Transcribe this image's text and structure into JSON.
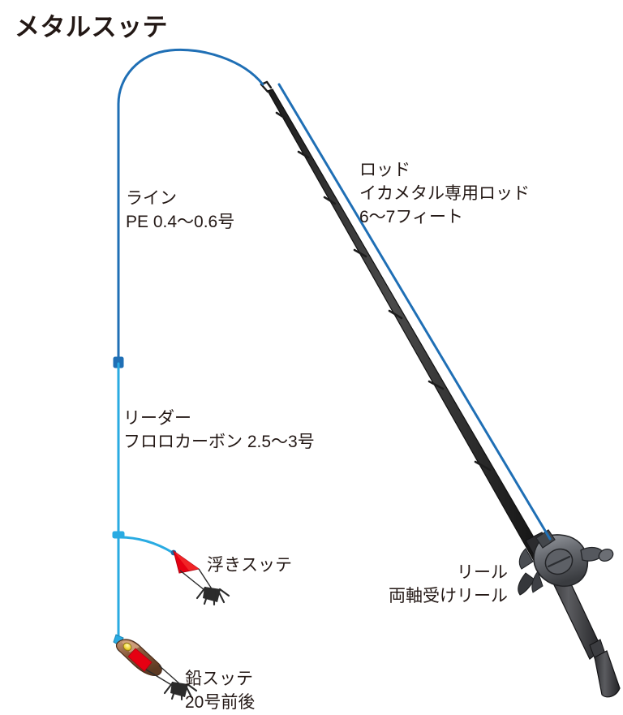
{
  "title": "メタルスッテ",
  "diagram": {
    "type": "fishing-rig-illustration",
    "subject": "イカメタル（メタルスッテ）仕掛け図",
    "colors": {
      "title_text": "#231815",
      "label_text": "#231815",
      "pe_line": "#1f6fb5",
      "leader_line": "#29abe2",
      "rod_blank": "#3b3b3b",
      "rod_grip": "#4a4a4d",
      "reel_body": "#6e7176",
      "float_sutte_body": "#e60012",
      "metal_sutte_body": "#8a5a3c",
      "metal_sutte_band": "#e60012",
      "metal_sutte_eye": "#f5e050",
      "hook": "#2b2b2b"
    },
    "labels": [
      {
        "id": "rod",
        "name": "ロッド",
        "lines": [
          "ロッド",
          "イカメタル専用ロッド",
          "6〜7フィート"
        ]
      },
      {
        "id": "line",
        "name": "ライン",
        "lines": [
          "ライン",
          "PE 0.4〜0.6号"
        ]
      },
      {
        "id": "leader",
        "name": "リーダー",
        "lines": [
          "リーダー",
          "フロロカーボン 2.5〜3号"
        ]
      },
      {
        "id": "reel",
        "name": "リール",
        "lines": [
          "リール",
          "両軸受けリール"
        ]
      },
      {
        "id": "float_sutte",
        "name": "浮きスッテ",
        "lines": [
          "浮きスッテ"
        ]
      },
      {
        "id": "metal_sutte",
        "name": "鉛スッテ",
        "lines": [
          "鉛スッテ",
          "20号前後"
        ]
      }
    ],
    "label_text": {
      "rod_1": "ロッド",
      "rod_2": "イカメタル専用ロッド",
      "rod_3": "6〜7フィート",
      "line_1": "ライン",
      "line_2": "PE 0.4〜0.6号",
      "leader_1": "リーダー",
      "leader_2": "フロロカーボン 2.5〜3号",
      "reel_1": "リール",
      "reel_2": "両軸受けリール",
      "float_1": "浮きスッテ",
      "metal_1": "鉛スッテ",
      "metal_2": "20号前後"
    },
    "parts": [
      {
        "id": "rod-blank",
        "label": "ロッドブランク"
      },
      {
        "id": "rod-tip",
        "label": "穂先"
      },
      {
        "id": "rod-guides",
        "label": "ガイド",
        "count": 8
      },
      {
        "id": "rod-grip",
        "label": "グリップ"
      },
      {
        "id": "reel",
        "label": "両軸受けリール"
      },
      {
        "id": "pe-line",
        "label": "PEライン"
      },
      {
        "id": "knot",
        "label": "結束部"
      },
      {
        "id": "leader",
        "label": "リーダー"
      },
      {
        "id": "branch-knot",
        "label": "枝間接続部"
      },
      {
        "id": "float-sutte",
        "label": "浮きスッテ"
      },
      {
        "id": "metal-sutte",
        "label": "鉛スッテ"
      }
    ]
  }
}
